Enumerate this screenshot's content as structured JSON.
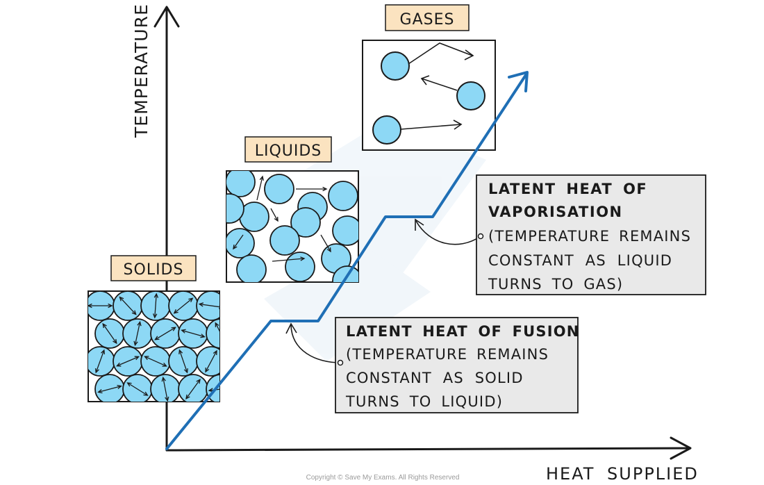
{
  "axes": {
    "y_label": "TEMPERATURE",
    "x_label": "HEAT SUPPLIED"
  },
  "states": {
    "solids": "SOLIDS",
    "liquids": "LIQUIDS",
    "gases": "GASES"
  },
  "callouts": {
    "vaporisation": {
      "title_line1": "LATENT HEAT OF",
      "title_line2": "VAPORISATION",
      "line1": "(TEMPERATURE REMAINS",
      "line2": "CONSTANT AS LIQUID",
      "line3": "TURNS TO GAS)"
    },
    "fusion": {
      "title": "LATENT HEAT OF FUSION",
      "line1": "(TEMPERATURE REMAINS",
      "line2": "CONSTANT AS SOLID",
      "line3": "TURNS TO LIQUID)"
    }
  },
  "footer": {
    "copyright": "Copyright © Save My Exams. All Rights Reserved"
  },
  "colors": {
    "line": "#1f6fb5",
    "particle": "#8dd8f5",
    "label_fill": "#fbe3c0",
    "callout_fill": "#e9e9e9"
  }
}
